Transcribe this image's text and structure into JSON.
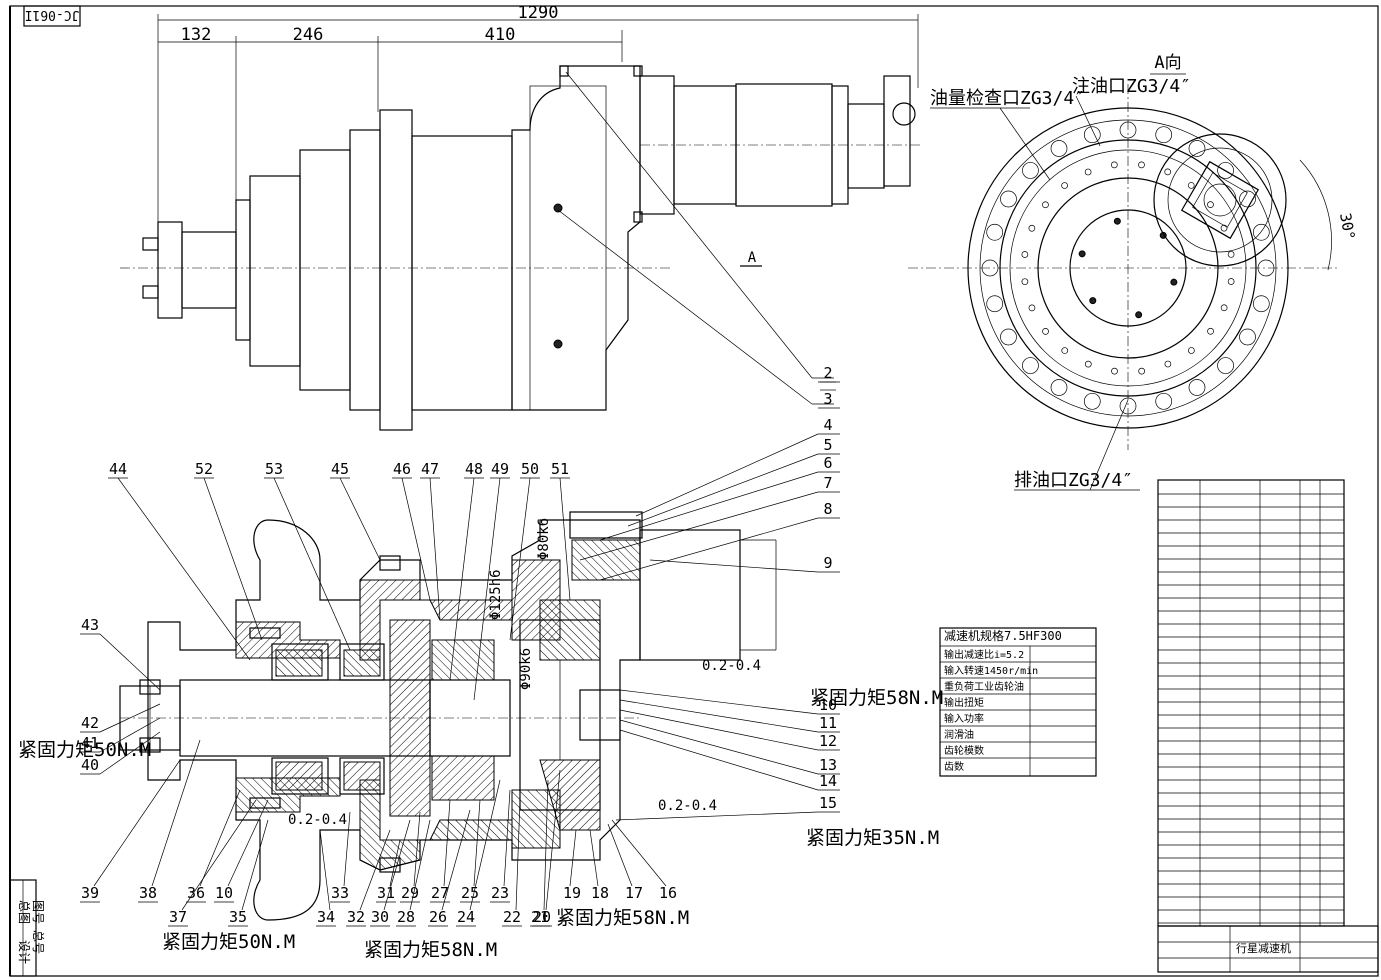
{
  "drawing_number": "JC-061I",
  "dimensions": {
    "overall": "1290",
    "d1": "132",
    "d2": "246",
    "d3": "410"
  },
  "view_a": {
    "title": "A向",
    "section_marker": "A",
    "oil_check": "油量检查口ZG3/4″",
    "oil_fill": "注油口ZG3/4″",
    "oil_drain": "排油口ZG3/4″",
    "angle": "30°"
  },
  "fits": [
    "Φ125h6",
    "Φ80k6",
    "Φ90k6"
  ],
  "torque_notes": [
    "紧固力矩58N.M",
    "紧固力矩50N.M",
    "紧固力矩35N.M",
    "紧固力矩58N.M",
    "紧固力矩50N.M",
    "紧固力矩58N.M"
  ],
  "clearances": [
    "0.2-0.4",
    "0.2-0.4",
    "0.2-0.4"
  ],
  "part_numbers_right": [
    "2",
    "3",
    "4",
    "5",
    "6",
    "7",
    "8",
    "9",
    "10",
    "11",
    "12",
    "13",
    "14",
    "15",
    "16",
    "17",
    "18",
    "19",
    "20",
    "22"
  ],
  "part_numbers_bottom": [
    "39",
    "38",
    "37",
    "36",
    "10",
    "35",
    "34",
    "33",
    "32",
    "31",
    "30",
    "29",
    "28",
    "27",
    "26",
    "25",
    "24",
    "23",
    "22",
    "21",
    "20"
  ],
  "part_numbers_top": [
    "44",
    "52",
    "53",
    "45",
    "46",
    "47",
    "48",
    "49",
    "50",
    "51"
  ],
  "part_numbers_left": [
    "43",
    "42",
    "41",
    "40"
  ],
  "spec_table": {
    "title": "减速机规格7.5HF300",
    "rows": [
      "输出减速比i=5.2",
      "输入转速1450r/min",
      "重负荷工业齿轮油",
      "输出扭矩",
      "输入功率",
      "润滑油",
      "齿轮模数",
      "齿数"
    ]
  },
  "title_block": {
    "company": "",
    "name": "行星减速机",
    "side_labels": [
      "图号",
      "总号",
      "总图",
      "设计"
    ]
  }
}
